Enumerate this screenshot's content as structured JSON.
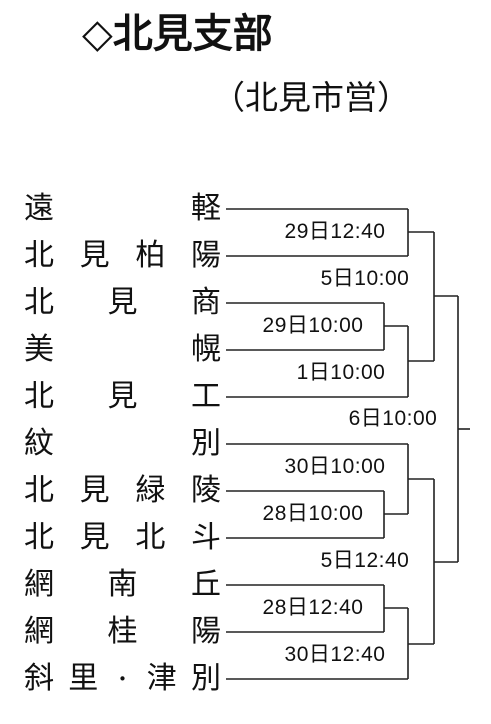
{
  "header": {
    "title": "◇北見支部",
    "venue": "（北見市営）"
  },
  "teams": [
    {
      "chars": [
        "遠",
        "",
        "",
        "軽"
      ]
    },
    {
      "chars": [
        "北",
        "見",
        "柏",
        "陽"
      ]
    },
    {
      "chars": [
        "北",
        "",
        "見",
        "商"
      ]
    },
    {
      "chars": [
        "美",
        "",
        "",
        "幌"
      ]
    },
    {
      "chars": [
        "北",
        "",
        "見",
        "工"
      ]
    },
    {
      "chars": [
        "紋",
        "",
        "",
        "別"
      ]
    },
    {
      "chars": [
        "北",
        "見",
        "緑",
        "陵"
      ]
    },
    {
      "chars": [
        "北",
        "見",
        "北",
        "斗"
      ]
    },
    {
      "chars": [
        "網",
        "",
        "南",
        "丘"
      ]
    },
    {
      "chars": [
        "網",
        "",
        "桂",
        "陽"
      ]
    },
    {
      "chars": [
        "斜",
        "里",
        "・",
        "津",
        "別"
      ]
    }
  ],
  "schedule": {
    "m1": "29日12:40",
    "m2": "29日10:00",
    "m3": "1日10:00",
    "m4": "5日10:00",
    "m5": "30日10:00",
    "m6": "28日10:00",
    "m7": "28日12:40",
    "m8": "30日12:40",
    "m9": "5日12:40",
    "final": "6日10:00"
  }
}
